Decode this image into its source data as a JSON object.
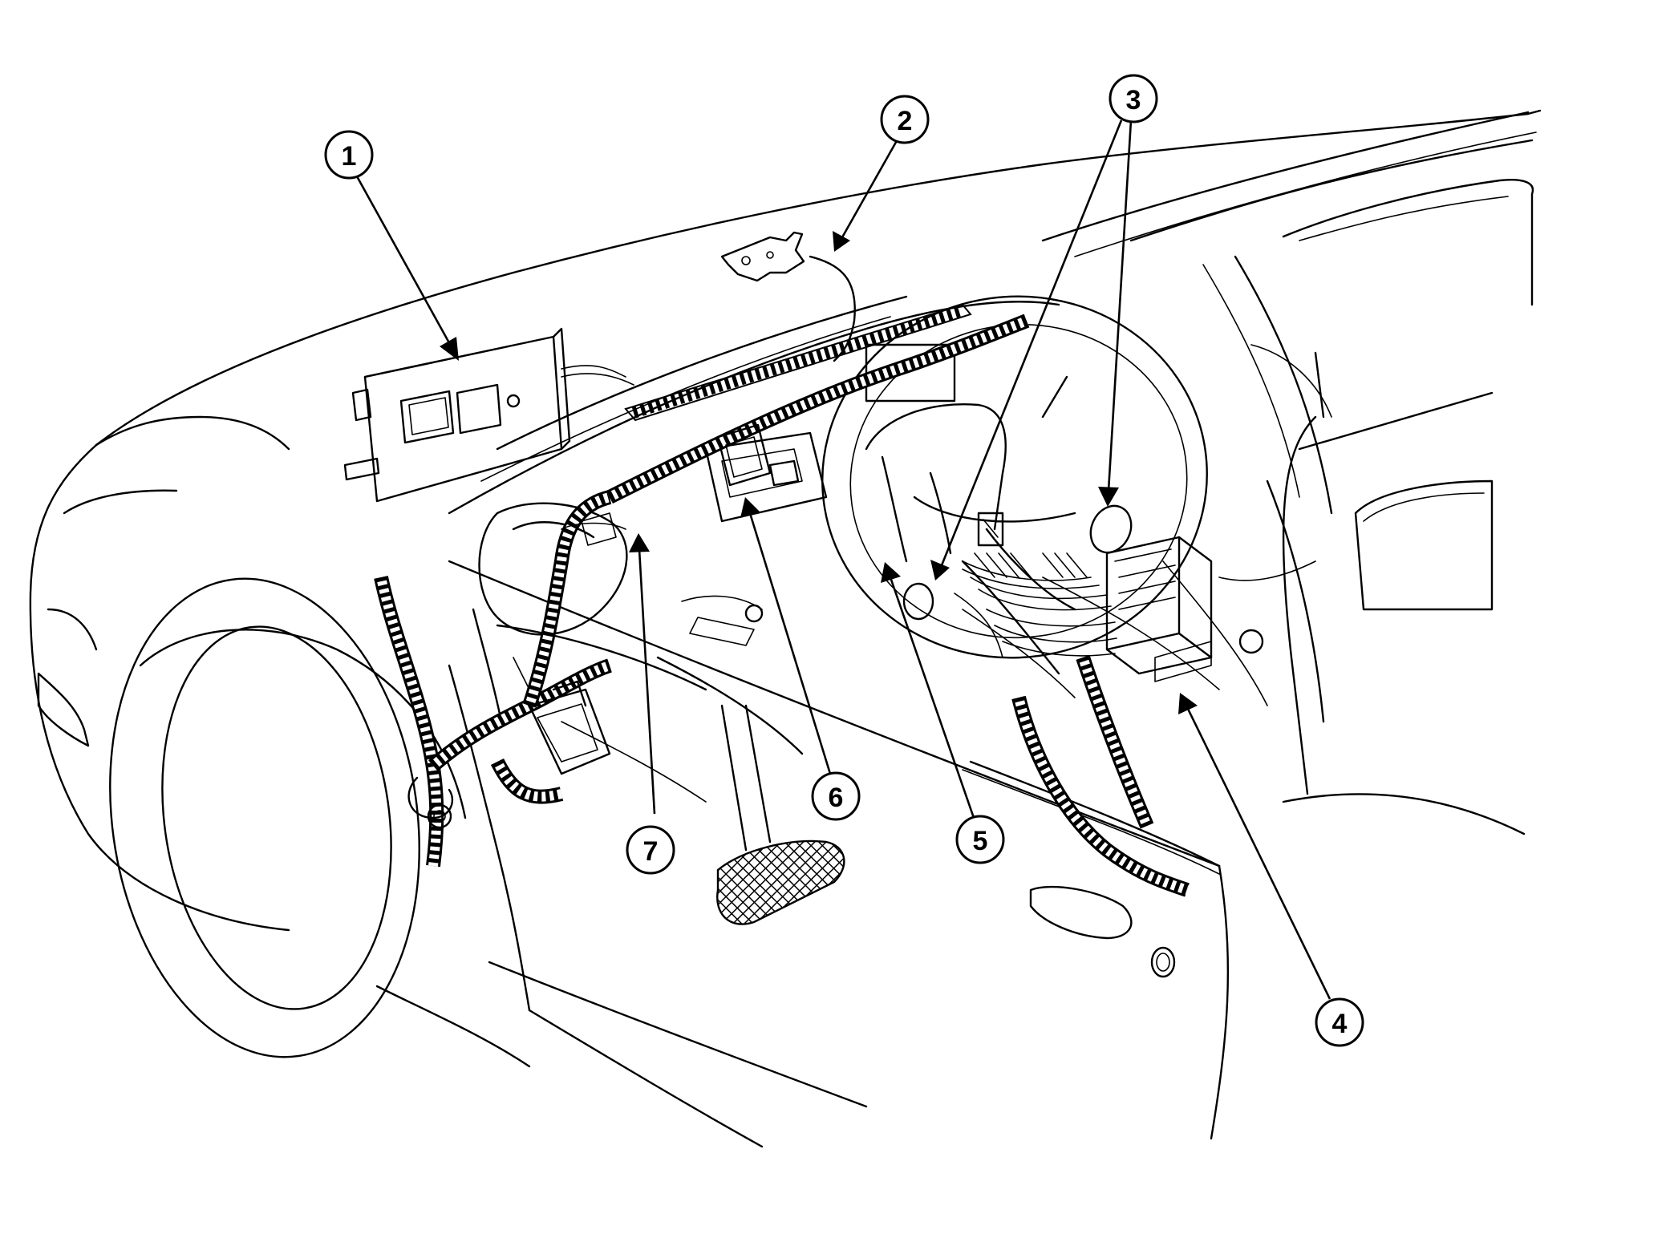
{
  "diagram": {
    "callouts": [
      {
        "id": "callout-1",
        "label": "1"
      },
      {
        "id": "callout-2",
        "label": "2"
      },
      {
        "id": "callout-3",
        "label": "3"
      },
      {
        "id": "callout-4",
        "label": "4"
      },
      {
        "id": "callout-5",
        "label": "5"
      },
      {
        "id": "callout-6",
        "label": "6"
      },
      {
        "id": "callout-7",
        "label": "7"
      }
    ]
  }
}
